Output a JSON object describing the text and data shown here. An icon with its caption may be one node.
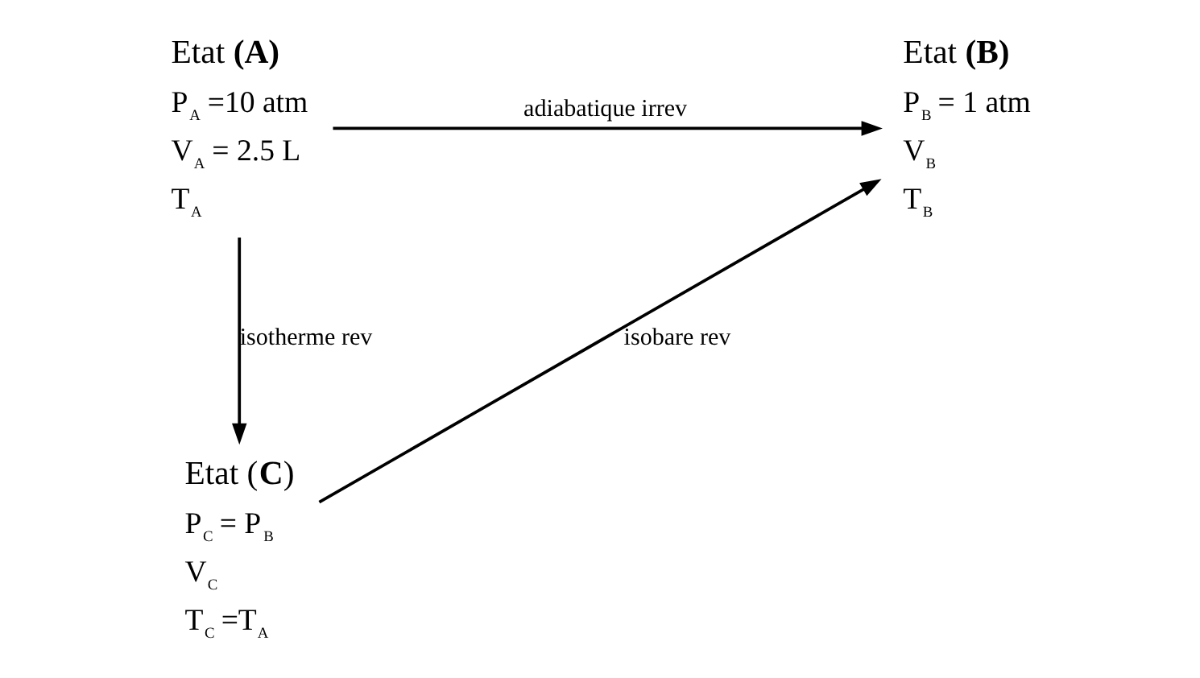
{
  "diagram": {
    "nodes": [
      {
        "text": [
          "Etat **(A)**"
        ],
        "beside": [
          "P$_{A}$ =10 atm",
          "V$_{A}$ = 2.5 L",
          "T$_{A}$"
        ]
      },
      {
        "text": [
          "Etat **(B)**"
        ],
        "beside": [
          "P$_{B}$ = 1 atm",
          "V$_{B}$",
          "T$_{B}$"
        ]
      },
      {
        "text": [
          "Etat (**C**)"
        ],
        "beside": [
          "P$_{C}$ = P$_{B}$",
          "V$_{C}$",
          "T$_{C}$ =T$_{A}$"
        ]
      }
    ],
    "edges": [
      {
        "from": 0,
        "to": 1,
        "arrow": "to",
        "label": "adiabatique irrev"
      },
      {
        "from": 0,
        "to": 2,
        "arrow": "to",
        "label": "isotherme rev"
      },
      {
        "from": 2,
        "to": 1,
        "arrow": "to",
        "label": "isobare rev"
      }
    ]
  }
}
